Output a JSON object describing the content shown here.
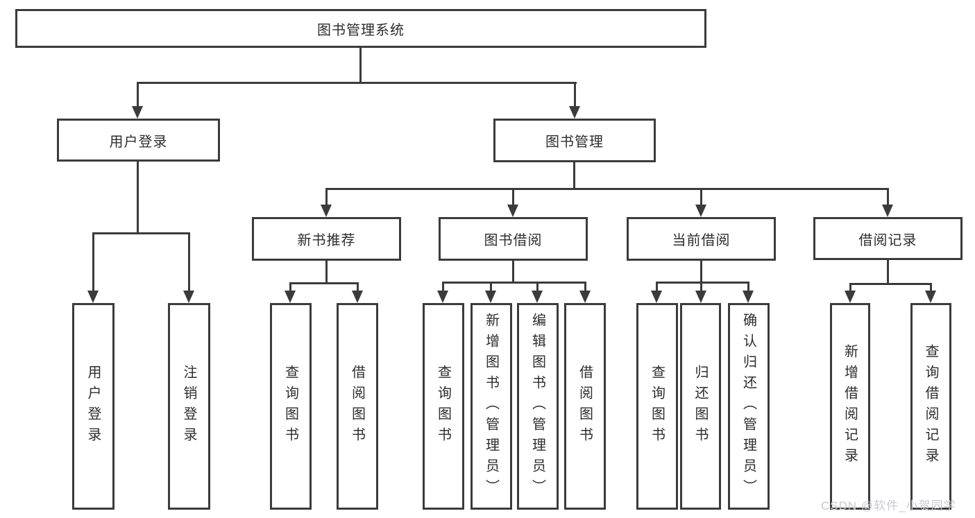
{
  "diagram": {
    "root": "图书管理系统",
    "level2": {
      "user_login": "用户登录",
      "book_mgmt": "图书管理"
    },
    "level3": {
      "new_book_rec": "新书推荐",
      "book_borrow": "图书借阅",
      "current_borrow": "当前借阅",
      "borrow_record": "借阅记录"
    },
    "leaves": {
      "user_login": "用户登录",
      "logout": "注销登录",
      "query_book_1": "查询图书",
      "borrow_book_1": "借阅图书",
      "query_book_2": "查询图书",
      "add_book": "新增图书（管理员）",
      "edit_book": "编辑图书（管理员）",
      "borrow_book_2": "借阅图书",
      "query_book_3": "查询图书",
      "return_book": "归还图书",
      "confirm_return": "确认归还（管理员）",
      "add_record": "新增借阅记录",
      "query_record": "查询借阅记录"
    }
  },
  "watermark": {
    "text": "CSDN @软件_小贺同学",
    "color": "#c9c9d1"
  },
  "colors": {
    "line": "#3b3b3b",
    "text": "#2d2d2d",
    "background": "#ffffff"
  }
}
